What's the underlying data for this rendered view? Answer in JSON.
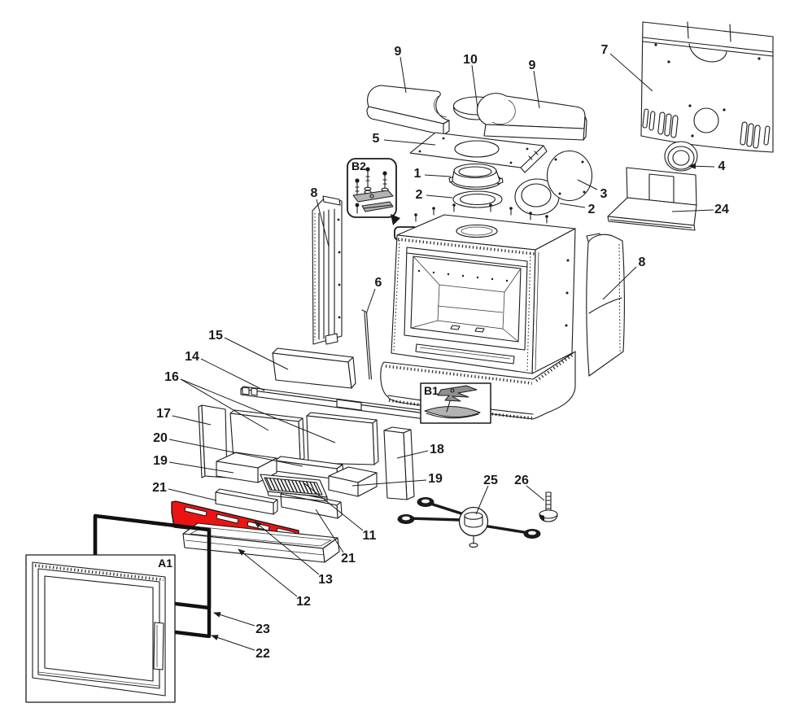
{
  "diagram": {
    "description": "Exploded parts diagram of a stove with one highlighted component",
    "colors": {
      "highlight": "#ec1313",
      "line": "#1a1a1a",
      "background": "#ffffff"
    },
    "inset_labels": {
      "a1": "A1",
      "b1": "B1",
      "b2": "B2"
    },
    "labels": {
      "l1": "1",
      "l2a": "2",
      "l2b": "2",
      "l3": "3",
      "l4": "4",
      "l5": "5",
      "l6": "6",
      "l7": "7",
      "l8a": "8",
      "l8b": "8",
      "l9a": "9",
      "l9b": "9",
      "l10": "10",
      "l11": "11",
      "l12": "12",
      "l13": "13",
      "l14": "14",
      "l15": "15",
      "l16": "16",
      "l17": "17",
      "l18": "18",
      "l19a": "19",
      "l19b": "19",
      "l20": "20",
      "l21a": "21",
      "l21b": "21",
      "l22": "22",
      "l23": "23",
      "l24": "24",
      "l25": "25",
      "l26": "26"
    }
  }
}
